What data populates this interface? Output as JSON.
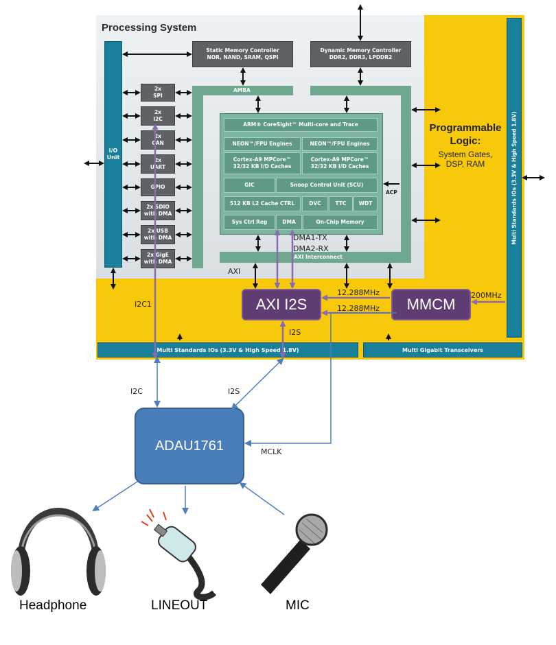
{
  "processing_system": {
    "title": "Processing System",
    "io_unit": "I/O Unit",
    "static_mem": {
      "line1": "Static Memory Controller",
      "line2": "NOR, NAND, SRAM, QSPI"
    },
    "dynamic_mem": {
      "line1": "Dynamic Memory Controller",
      "line2": "DDR2, DDR3, LPDDR2"
    },
    "peripherals": [
      {
        "line1": "2x",
        "line2": "SPI"
      },
      {
        "line1": "2x",
        "line2": "I2C"
      },
      {
        "line1": "2x",
        "line2": "CAN"
      },
      {
        "line1": "2x",
        "line2": "UART"
      },
      {
        "line1": "",
        "line2": "GPIO"
      },
      {
        "line1": "2x SDIO",
        "line2": "with DMA"
      },
      {
        "line1": "2x USB",
        "line2": "with DMA"
      },
      {
        "line1": "2x GigE",
        "line2": "with DMA"
      }
    ],
    "amba": "AMBA",
    "acp": "ACP",
    "axi_interconnect": "AXI Interconnect",
    "arm": {
      "coresight": "ARM® CoreSight™ Multi-core and Trace",
      "neon_left": "NEON™/FPU Engines",
      "neon_right": "NEON™/FPU Engines",
      "cortex_left": {
        "line1": "Cortex-A9 MPCore™",
        "line2": "32/32 KB I/D Caches"
      },
      "cortex_right": {
        "line1": "Cortex-A9 MPCore™",
        "line2": "32/32 KB I/D Caches"
      },
      "gic": "GIC",
      "scu": "Snoop Control Unit (SCU)",
      "l2": "512 KB L2 Cache CTRL",
      "dvc": "DVC",
      "ttc": "TTC",
      "wdt": "WDT",
      "sysctrl": "Sys Ctrl Reg",
      "dma": "DMA",
      "ocm": "On-Chip Memory"
    }
  },
  "programmable_logic": {
    "title_line1": "Programmable",
    "title_line2": "Logic:",
    "sub_line1": "System Gates,",
    "sub_line2": "DSP, RAM",
    "right_io": "Multi Standards IOs (3.3V & High Speed 1.8V)",
    "bottom_io": "Multi Standards IOs (3.3V & High Speed 1.8V)",
    "gigabit": "Multi Gigabit Transceivers"
  },
  "custom": {
    "axi_i2s": "AXI I2S",
    "mmcm": "MMCM",
    "adau": "ADAU1761",
    "labels": {
      "dma1": "DMA1-TX",
      "dma2": "DMA2-RX",
      "axi": "AXI",
      "freq1": "12.288MHz",
      "freq2": "12.288MHz",
      "mhz200": "200MHz",
      "i2c1": "I2C1",
      "i2s_top": "I2S",
      "i2c": "I2C",
      "i2s": "I2S",
      "mclk": "MCLK"
    }
  },
  "devices": {
    "headphone": "Headphone",
    "lineout": "LINEOUT",
    "mic": "MIC"
  }
}
